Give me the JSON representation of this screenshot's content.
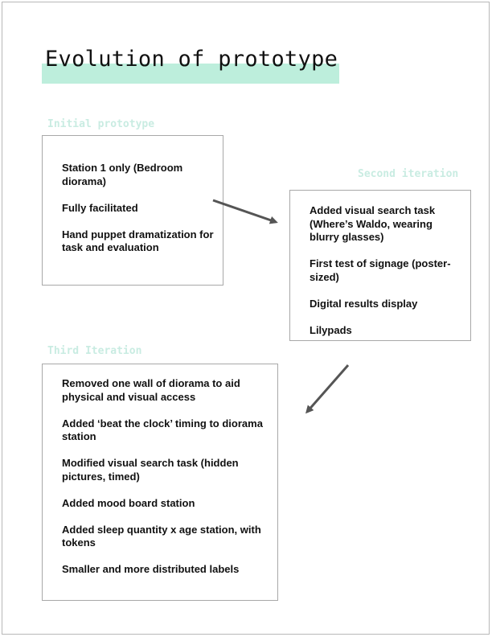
{
  "title": "Evolution of prototype",
  "sections": {
    "initial": {
      "label": "Initial prototype",
      "items": [
        "Station 1 only (Bedroom diorama)",
        "Fully facilitated",
        "Hand puppet dramatization for task and evaluation"
      ]
    },
    "second": {
      "label": "Second iteration",
      "items": [
        "Added visual search task (Where’s Waldo, wearing blurry glasses)",
        "First test of signage (poster-sized)",
        "Digital results display",
        "Lilypads"
      ]
    },
    "third": {
      "label": "Third Iteration",
      "items": [
        "Removed one wall of diorama to aid physical and visual access",
        "Added ‘beat the clock’ timing to diorama station",
        "Modified visual search task (hidden pictures, timed)",
        "Added mood board station",
        "Added sleep quantity x age station, with tokens",
        "Smaller and more distributed labels"
      ]
    }
  },
  "colors": {
    "title_highlight": "#bdeedc",
    "section_label": "#c9ece2",
    "arrow": "#555555",
    "box_border": "#a8a8a8"
  },
  "icons": [
    "arrow-right-down-icon",
    "arrow-left-down-icon"
  ]
}
